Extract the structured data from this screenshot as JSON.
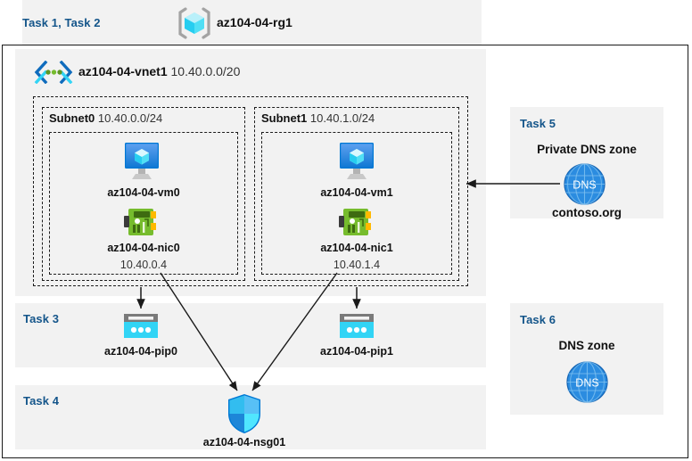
{
  "diagram": {
    "title_region": {
      "task_label": "Task 1, Task 2",
      "resource_group_name": "az104-04-rg1",
      "resource_group_icon": "resource-group-cube-icon"
    },
    "vnet": {
      "icon": "virtual-network-icon",
      "name": "az104-04-vnet1",
      "address_space": "10.40.0.0/20"
    },
    "subnets": [
      {
        "name": "Subnet0",
        "cidr": "10.40.0.0/24",
        "vm": {
          "icon": "virtual-machine-icon",
          "name": "az104-04-vm0"
        },
        "nic": {
          "icon": "network-interface-icon",
          "name": "az104-04-nic0",
          "ip": "10.40.0.4"
        }
      },
      {
        "name": "Subnet1",
        "cidr": "10.40.1.0/24",
        "vm": {
          "icon": "virtual-machine-icon",
          "name": "az104-04-vm1"
        },
        "nic": {
          "icon": "network-interface-icon",
          "name": "az104-04-nic1",
          "ip": "10.40.1.4"
        }
      }
    ],
    "task3": {
      "task_label": "Task 3",
      "public_ips": [
        {
          "icon": "public-ip-address-icon",
          "name": "az104-04-pip0"
        },
        {
          "icon": "public-ip-address-icon",
          "name": "az104-04-pip1"
        }
      ]
    },
    "task4": {
      "task_label": "Task 4",
      "nsg": {
        "icon": "network-security-group-shield-icon",
        "name": "az104-04-nsg01"
      }
    },
    "task5": {
      "task_label": "Task 5",
      "heading": "Private DNS zone",
      "icon": "dns-zone-globe-icon",
      "icon_text": "DNS",
      "zone_name": "contoso.org"
    },
    "task6": {
      "task_label": "Task 6",
      "heading": "DNS zone",
      "icon": "dns-zone-globe-icon",
      "icon_text": "DNS"
    },
    "colors": {
      "task_label": "#14558a",
      "panel_background": "#f2f2f2",
      "page_background": "#ffffff",
      "connector": "#1a1a1a",
      "azure_blue": "#0078d4",
      "cyan": "#32d4f5",
      "nic_green": "#5e9624"
    }
  }
}
